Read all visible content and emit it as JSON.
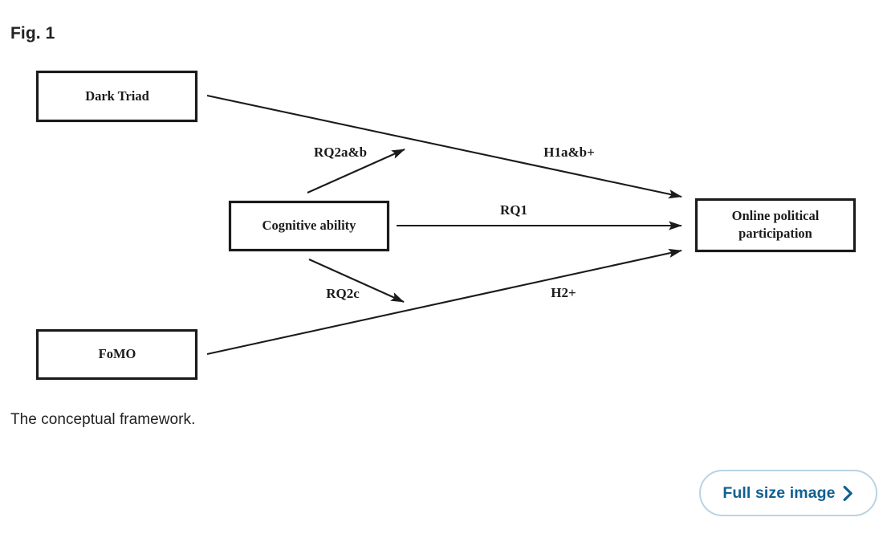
{
  "figure": {
    "number_label": "Fig. 1",
    "caption": "The conceptual framework."
  },
  "diagram": {
    "type": "conceptual-framework-path-diagram",
    "nodes": [
      {
        "id": "dark-triad",
        "label": "Dark Triad",
        "lines": [
          "Dark Triad"
        ]
      },
      {
        "id": "cognitive-ability",
        "label": "Cognitive ability",
        "lines": [
          "Cognitive ability"
        ]
      },
      {
        "id": "fomo",
        "label": "FoMO",
        "lines": [
          "FoMO"
        ]
      },
      {
        "id": "online-political-participation",
        "label": "Online political participation",
        "lines": [
          "Online political",
          "participation"
        ]
      }
    ],
    "edges": [
      {
        "id": "h1",
        "label": "H1a&b+",
        "from": "dark-triad",
        "to": "online-political-participation"
      },
      {
        "id": "rq1",
        "label": "RQ1",
        "from": "cognitive-ability",
        "to": "online-political-participation"
      },
      {
        "id": "h2",
        "label": "H2+",
        "from": "fomo",
        "to": "online-political-participation"
      },
      {
        "id": "rq2ab",
        "label": "RQ2a&b",
        "from": "cognitive-ability",
        "to": "h1-path"
      },
      {
        "id": "rq2c",
        "label": "RQ2c",
        "from": "cognitive-ability",
        "to": "h2-path"
      }
    ]
  },
  "actions": {
    "full_size_image_label": "Full size image",
    "chevron_icon": "chevron-right-icon"
  },
  "colors": {
    "ink": "#1b1b1b",
    "text": "#222222",
    "link_blue": "#11608f",
    "button_border": "#b8d4e3",
    "background": "#ffffff"
  }
}
